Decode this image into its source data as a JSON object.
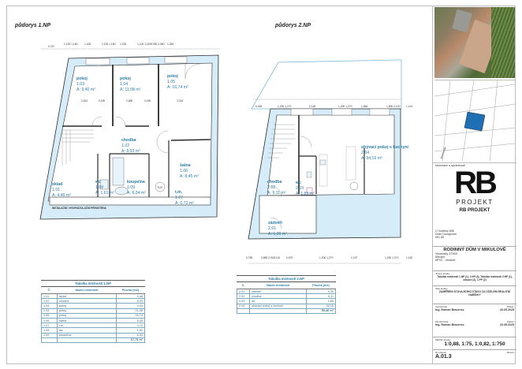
{
  "plan_1np": {
    "title": "půdorys 1.NP",
    "top_dims": [
      "0,747",
      "1,100\n1,160",
      "1,402",
      "1,100\n1,160",
      "1,233",
      "1,100\n1,220",
      "0,930\n2,060",
      "1,264"
    ],
    "rooms": [
      {
        "name": "pokoj",
        "code": "1.03",
        "area": "A: 9,40 m²"
      },
      {
        "name": "pokoj",
        "code": "1.04",
        "area": "A: 11,08 m²"
      },
      {
        "name": "pokoj",
        "code": "1.05",
        "area": "A: 16,74 m²"
      },
      {
        "name": "chodba",
        "code": "1.02",
        "area": "A: 8,93 m²"
      },
      {
        "name": "šatna",
        "code": "1.06",
        "area": "A: 8,45 m²"
      },
      {
        "name": "sklad",
        "code": "1.01",
        "area": "A: 4,46 m²"
      },
      {
        "name": "wc",
        "code": "1.08",
        "area": "A: 1,61 m²"
      },
      {
        "name": "koupelna",
        "code": "1.09",
        "area": "A: 6,34 m²"
      },
      {
        "name": "t.m.",
        "code": "1.07",
        "area": "A: 0,72 m²"
      }
    ],
    "inner_dims": [
      "2,812",
      "0,150",
      "2,650",
      "0,150",
      "3,224",
      "0,150",
      "0,897",
      "0,150",
      "2,860",
      "0,150"
    ],
    "note": "INSTALAČNÍ / HYDROIZOLAČNÍ PŘEDSTĚNA",
    "tuv_label": "TUV"
  },
  "plan_2np": {
    "title": "půdorys 2.NP",
    "top_dims": [
      "0,453",
      "1,200\n1,270",
      "2,145",
      "1,200\n1,270",
      "1,684",
      "1,500\n2,100",
      "1,141"
    ],
    "bottom_dims": [
      "0,755",
      "0,880\n2,010",
      "2,115",
      "0,570",
      "1,200\n1,270",
      "2,197",
      "1,200\n1,270",
      "1,152"
    ],
    "inner_dims": [
      "0,880",
      "0,150",
      "3,578",
      "0,150",
      "3,535",
      "2,179",
      "0,150",
      "2,328",
      "0,150",
      "3,350"
    ],
    "rooms": [
      {
        "name": "obývací pokoj s kuchyní",
        "code": "2.04",
        "area": "A: 34,16 m²"
      },
      {
        "name": "chodba",
        "code": "2.02",
        "area": "A: 9,11 m²"
      },
      {
        "name": "wc",
        "code": "2.03",
        "area": "A: 1,89 m²"
      },
      {
        "name": "zádveří",
        "code": "2.01",
        "area": "A: 5,30 m²"
      }
    ]
  },
  "table_1np": {
    "caption": "Tabulka místností 1.NP",
    "headers": [
      "Č.",
      "Název místnosti",
      "Plocha (m2)"
    ],
    "rows": [
      [
        "1.01",
        "sklad",
        "4,46"
      ],
      [
        "1.02",
        "chodba",
        "8,93"
      ],
      [
        "1.03",
        "pokoj",
        "9,40"
      ],
      [
        "1.04",
        "pokoj",
        "11,08"
      ],
      [
        "1.05",
        "pokoj",
        "16,74"
      ],
      [
        "1.06",
        "šatna",
        "8,45"
      ],
      [
        "1.07",
        "t.m.",
        "0,72"
      ],
      [
        "1.08",
        "wc",
        "1,61"
      ],
      [
        "1.09",
        "koupelna",
        "6,34"
      ]
    ],
    "total": "67,73 m²"
  },
  "table_2np": {
    "caption": "Tabulka místností 2.NP",
    "headers": [
      "Č.",
      "Název místnosti",
      "Plocha (m2)"
    ],
    "rows": [
      [
        "2.01",
        "zádveří",
        "5,30"
      ],
      [
        "2.02",
        "chodba",
        "9,11"
      ],
      [
        "2.03",
        "wc",
        "1,89"
      ],
      [
        "2.04",
        "obývací pokoj s kuchyní",
        "34,16"
      ]
    ],
    "total": "50,46 m²"
  },
  "title_block": {
    "company_info_label": "Informace o společnosti",
    "logo_letters": "RB",
    "logo_sub": "PROJEKT",
    "company_name": "RB PROJEKT",
    "address": [
      "U Vodárny 656",
      "Dolní Dunajovice",
      "691 85"
    ],
    "project_title": "RODINNÝ DŮM V MIKULOVĚ",
    "location": [
      "Vinohrady 3730/5",
      "Mikulov",
      "#PSČ - obrázek"
    ],
    "drawing_name_label": "Jméno kresby",
    "drawing_name": "Tabulka místností 1.NP (1), 1.NP (3), Tabulka místností 2.NP (1), situace (2), 1.PP (2)",
    "status_label": "Stav kresby",
    "status": "ZAMĚŘENÍ STÁVAJÍCÍHO STAVU ZA ÚČELEM REALITNÍ NABÍDKY",
    "prepared_label": "Vypracoval",
    "prepared_by": "Ing. Roman Bravenec",
    "date_label": "Datum",
    "prepared_date": "20.05.2025",
    "checked_label": "Zkontroloval",
    "checked_by": "Ing. Roman Bravenec",
    "checked_date": "20.05.2025",
    "scale_label": "Měřítko kresby",
    "scale": "1:0,88, 1:75, 1:0,82, 1:750",
    "id_label": "ID výkresu",
    "revision_label": "Revize",
    "drawing_id": "A.01.3"
  },
  "colors": {
    "wall_fill": "#d6ecf8",
    "wall_stroke": "#2b2b2b",
    "room_text": "#2c7fa8",
    "parcel_fill": "#1f6fb4"
  }
}
